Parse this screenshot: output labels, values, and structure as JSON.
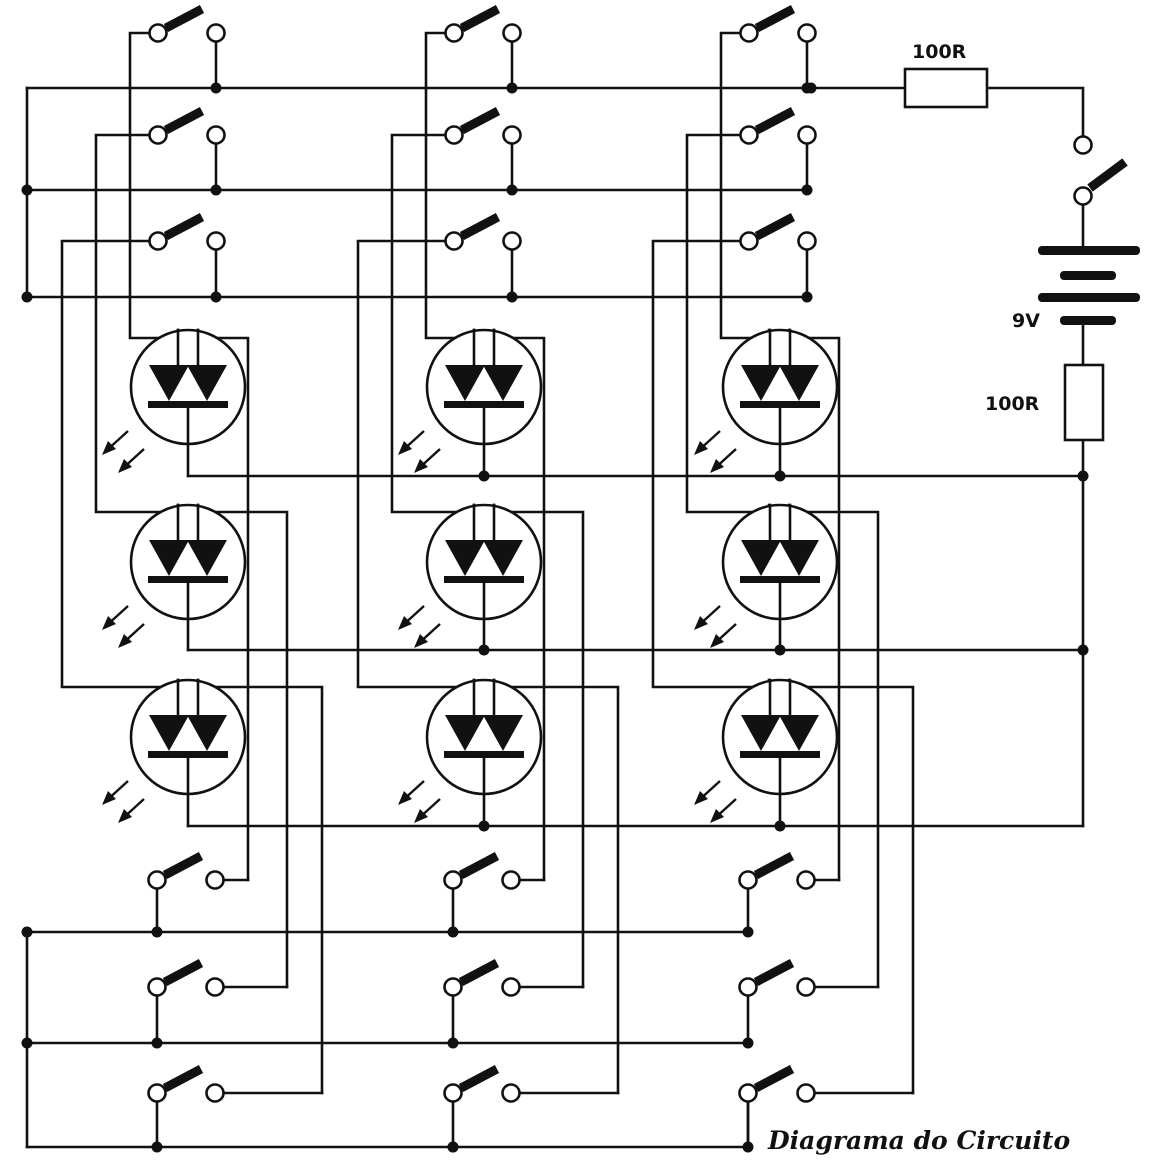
{
  "diagram": {
    "resistor_top_label": "100R",
    "resistor_bottom_label": "100R",
    "battery_label": "9V",
    "caption": "Diagrama do Circuito"
  }
}
